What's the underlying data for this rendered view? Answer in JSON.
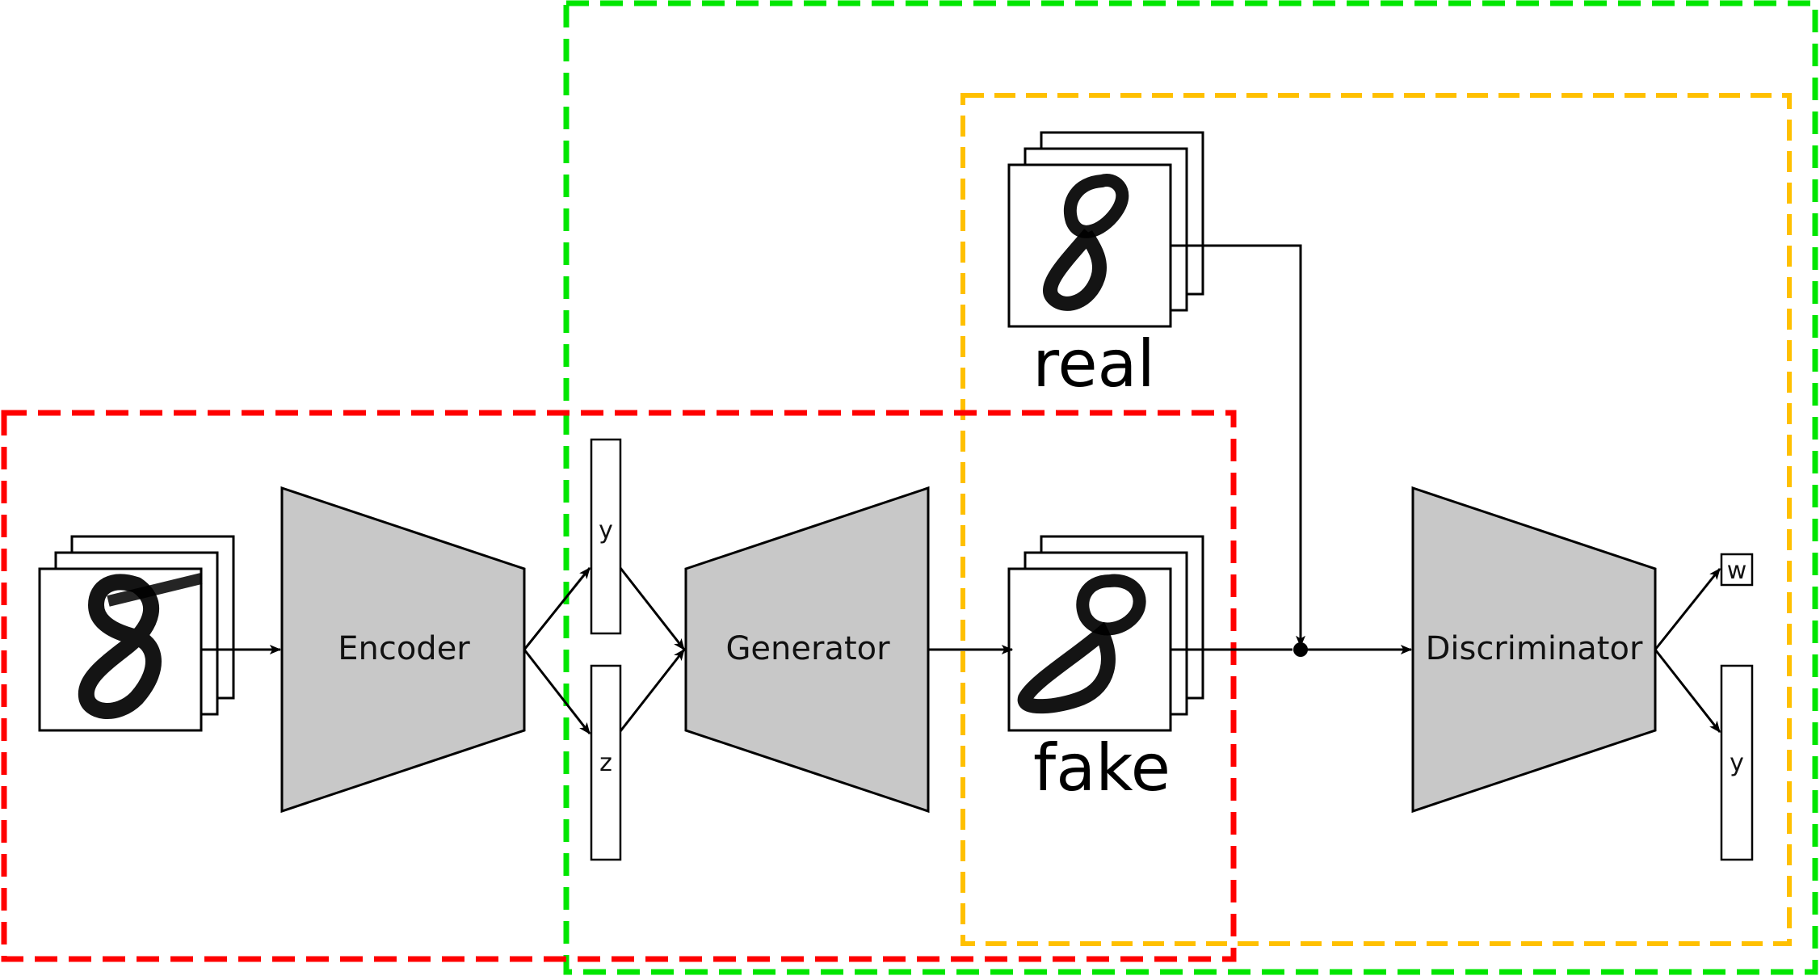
{
  "blocks": {
    "encoder": "Encoder",
    "generator": "Generator",
    "discriminator": "Discriminator"
  },
  "vectors": {
    "latent_y": "y",
    "latent_z": "z",
    "out_w": "w",
    "out_y": "y"
  },
  "captions": {
    "real": "real",
    "fake": "fake"
  },
  "colors": {
    "red_box": "#ff0000",
    "green_box": "#00e600",
    "orange_box": "#ffc000",
    "block_fill": "#c8c8c8",
    "stroke": "#000000"
  },
  "icons": {
    "digit_image": "handwritten-digit-8"
  }
}
